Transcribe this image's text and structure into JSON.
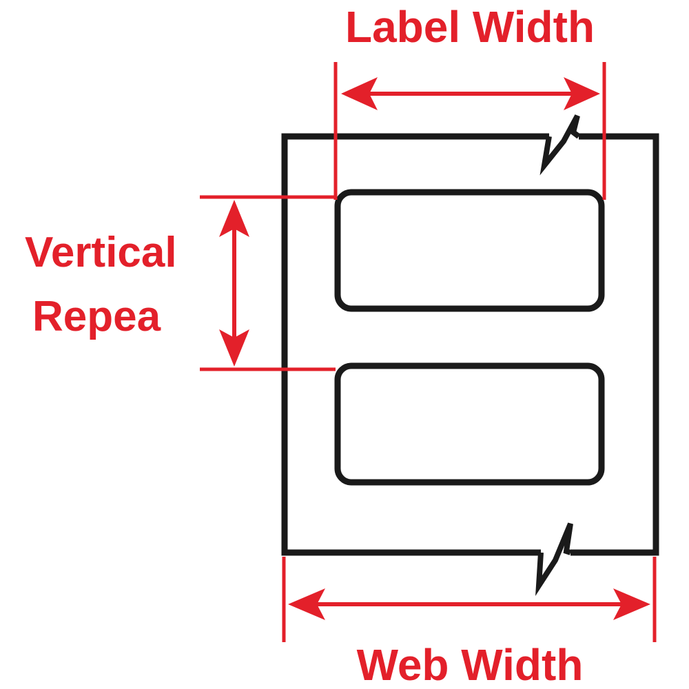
{
  "labels": {
    "label_width": "Label Width",
    "vertical_line1": "Vertical",
    "vertical_line2": "Repea",
    "web_width": "Web Width"
  },
  "colors": {
    "dimension": "#e3202a",
    "outline": "#1a1a1a",
    "background": "#ffffff"
  }
}
